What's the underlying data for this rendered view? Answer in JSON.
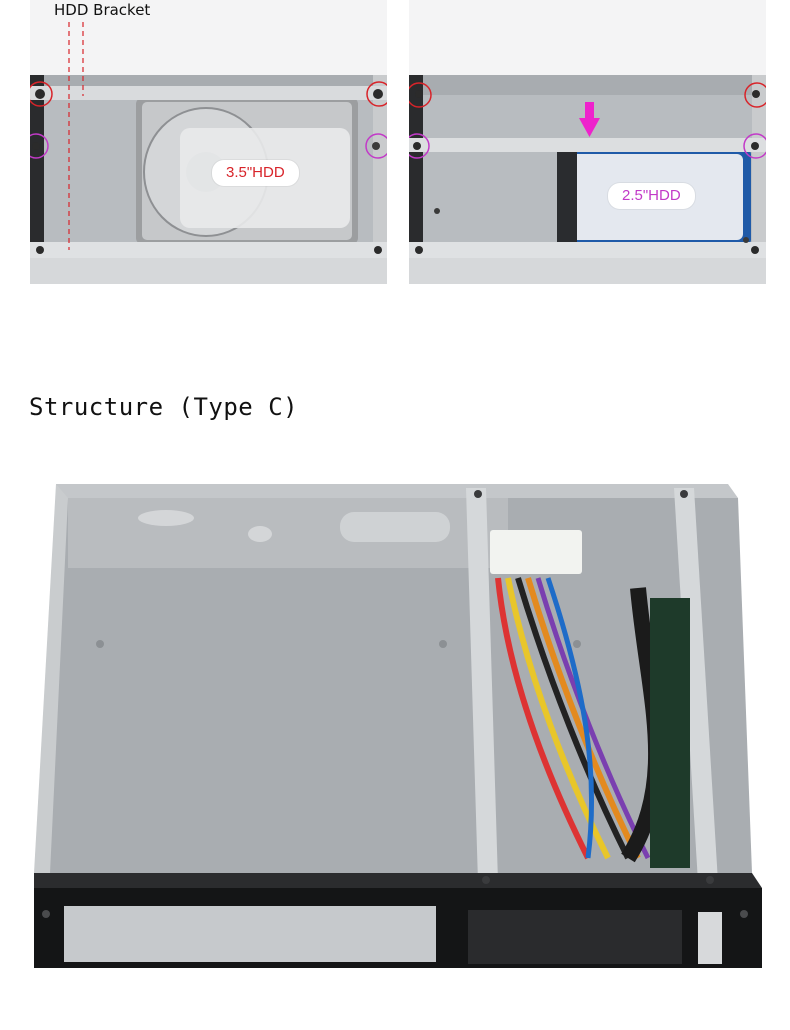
{
  "top_left_panel": {
    "bracket_label": "HDD Bracket",
    "drive_label": "3.5\"HDD"
  },
  "top_right_panel": {
    "drive_label": "2.5\"HDD"
  },
  "section": {
    "heading": "Structure (Type C)"
  },
  "colors": {
    "screw_circle_red": "#d8242a",
    "screw_circle_purple": "#c23ac8",
    "arrow_magenta": "#ee22cc"
  }
}
